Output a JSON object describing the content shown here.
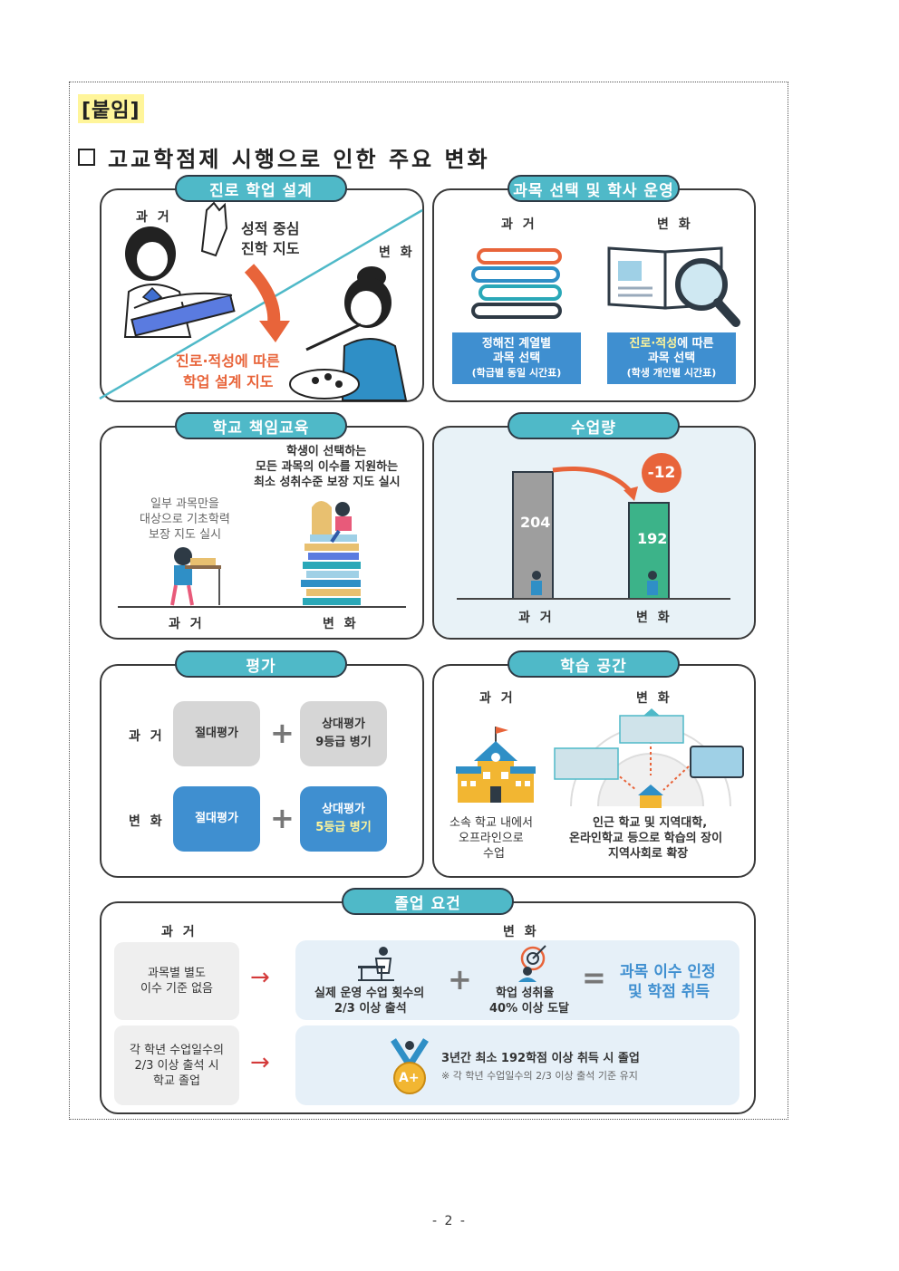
{
  "attachment_label": "[붙임]",
  "heading": "고교학점제 시행으로 인한 주요 변화",
  "page_number": "- 2 -",
  "sections": {
    "career": {
      "title": "진로 학업 설계",
      "past_label": "과 거",
      "change_label": "변 화",
      "past_text_1": "성적 중심",
      "past_text_2": "진학 지도",
      "change_text_1": "진로·적성에 따른",
      "change_text_2": "학업 설계 지도"
    },
    "subject": {
      "title": "과목 선택 및 학사 운영",
      "past_label": "과 거",
      "change_label": "변 화",
      "past_box_1": "정해진 계열별",
      "past_box_2": "과목 선택",
      "past_box_3": "(학급별 동일 시간표)",
      "change_box_1a": "진로·적성",
      "change_box_1b": "에 따른",
      "change_box_2": "과목 선택",
      "change_box_3": "(학생 개인별 시간표)"
    },
    "responsibility": {
      "title": "학교 책임교육",
      "past_label": "과 거",
      "change_label": "변 화",
      "change_text_1": "학생이 선택하는",
      "change_text_2": "모든 과목의 이수를 지원하는",
      "change_text_3": "최소 성취수준 보장 지도 실시",
      "past_text_1": "일부 과목만을",
      "past_text_2": "대상으로 기초학력",
      "past_text_3": "보장 지도 실시"
    },
    "hours": {
      "title": "수업량",
      "past_value": "204",
      "change_value": "192",
      "diff": "-12",
      "past_label": "과 거",
      "change_label": "변 화"
    },
    "evaluation": {
      "title": "평가",
      "past_label": "과 거",
      "change_label": "변 화",
      "past_abs": "절대평가",
      "past_rel_1": "상대평가",
      "past_rel_2": "9등급 병기",
      "change_abs": "절대평가",
      "change_rel_1": "상대평가",
      "change_rel_2": "5등급 병기",
      "plus": "+"
    },
    "space": {
      "title": "학습 공간",
      "past_label": "과 거",
      "change_label": "변 화",
      "past_text_1": "소속 학교 내에서",
      "past_text_2": "오프라인으로",
      "past_text_3": "수업",
      "change_text_1": "인근 학교 및 지역대학,",
      "change_text_2": "온라인학교 등으로 학습의 장이",
      "change_text_3": "지역사회로 확장"
    },
    "graduation": {
      "title": "졸업 요건",
      "past_label": "과 거",
      "change_label": "변 화",
      "past_row1_1": "과목별 별도",
      "past_row1_2": "이수 기준 없음",
      "past_row2_1": "각 학년 수업일수의",
      "past_row2_2": "2/3 이상 출석 시",
      "past_row2_3": "학교 졸업",
      "arrow": "→",
      "cond1_1": "실제 운영 수업 횟수의",
      "cond1_2": "2/3 이상 출석",
      "plus": "+",
      "cond2_1": "학업 성취율",
      "cond2_2": "40% 이상 도달",
      "equals": "=",
      "result_1": "과목 이수 인정",
      "result_2": "및 학점 취득",
      "final_main": "3년간 최소 192학점 이상 취득 시 졸업",
      "final_note": "※ 각 학년 수업일수의 2/3 이상 출석 기준 유지",
      "medal": "A+"
    }
  }
}
